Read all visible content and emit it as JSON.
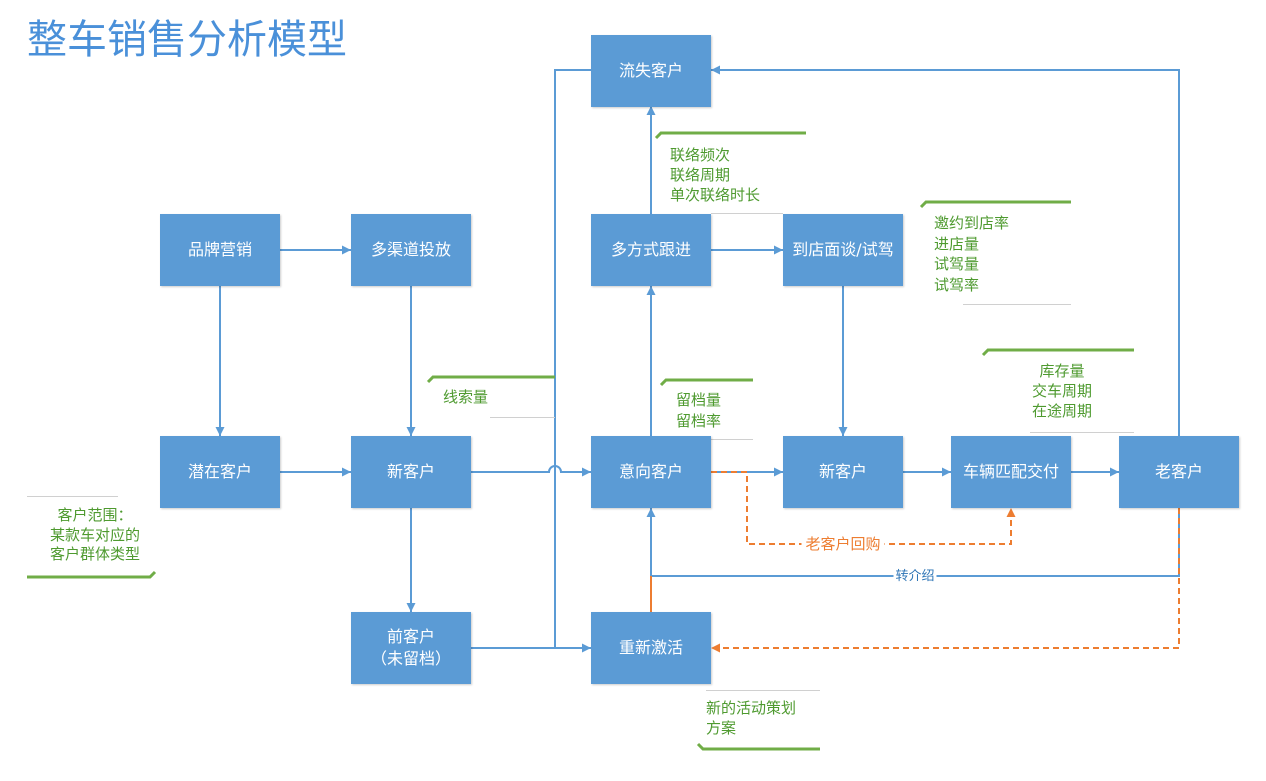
{
  "title": "整车销售分析模型",
  "colors": {
    "box": "#5b9bd5",
    "arrow": "#5b9bd5",
    "orange": "#ed7d31",
    "green_line": "#70ad47",
    "green_text": "#4e9a2f",
    "title": "#4a90d9",
    "referral_text": "#2e75b6"
  },
  "nodes": {
    "lost_customer": "流失客户",
    "brand_marketing": "品牌营销",
    "multichannel": "多渠道投放",
    "followup": "多方式跟进",
    "store_visit": "到店面谈/试驾",
    "potential_customer": "潜在客户",
    "new_customer_lead": "新客户",
    "intent_customer": "意向客户",
    "new_customer": "新客户",
    "vehicle_delivery": "车辆匹配交付",
    "old_customer": "老客户",
    "former_customer": "前客户",
    "former_customer_note": "（未留档）",
    "reactivation": "重新激活"
  },
  "edge_labels": {
    "referral": "转介绍",
    "repurchase": "老客户回购"
  },
  "annotations": {
    "contact": [
      "联络频次",
      "联络周期",
      "单次联络时长"
    ],
    "visit": [
      "邀约到店率",
      "进店量",
      "试驾量",
      "试驾率"
    ],
    "leads": [
      "线索量"
    ],
    "archive": [
      "留档量",
      "留档率"
    ],
    "delivery": [
      "库存量",
      "交车周期",
      "在途周期"
    ],
    "scope": [
      "客户范围：",
      "某款车对应的",
      "客户群体类型"
    ],
    "campaign": [
      "新的活动策划",
      "方案"
    ]
  }
}
